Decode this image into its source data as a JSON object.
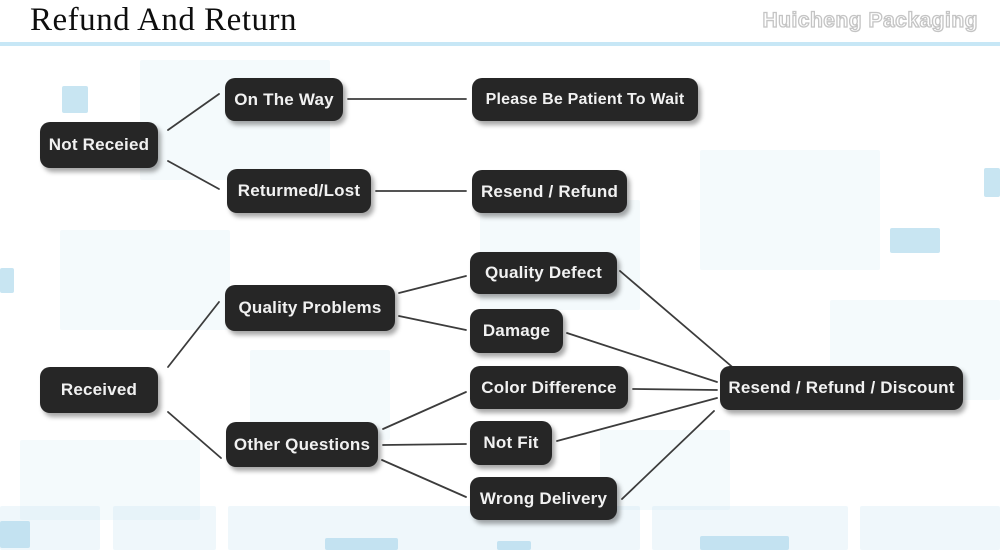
{
  "header": {
    "title": "Refund And Return",
    "brand": "Huicheng Packaging",
    "accent_line_color": "#c7e7f6"
  },
  "flowchart": {
    "node_color": "#262626",
    "node_text_color": "#f1f1f1",
    "line_color": "#3c3c3c",
    "nodes": {
      "not_received": "Not Receied",
      "on_the_way": "On The Way",
      "please_wait": "Please Be Patient To Wait",
      "returned_lost": "Returmed/Lost",
      "resend_refund": "Resend / Refund",
      "received": "Received",
      "quality_problems": "Quality Problems",
      "quality_defect": "Quality Defect",
      "damage": "Damage",
      "color_difference": "Color Difference",
      "other_questions": "Other Questions",
      "not_fit": "Not Fit",
      "wrong_delivery": "Wrong Delivery",
      "resend_refund_discount": "Resend / Refund / Discount"
    },
    "edges": [
      {
        "from": "not_received",
        "to": "on_the_way"
      },
      {
        "from": "not_received",
        "to": "returned_lost"
      },
      {
        "from": "on_the_way",
        "to": "please_wait"
      },
      {
        "from": "returned_lost",
        "to": "resend_refund"
      },
      {
        "from": "received",
        "to": "quality_problems"
      },
      {
        "from": "received",
        "to": "other_questions"
      },
      {
        "from": "quality_problems",
        "to": "quality_defect"
      },
      {
        "from": "quality_problems",
        "to": "damage"
      },
      {
        "from": "other_questions",
        "to": "color_difference"
      },
      {
        "from": "other_questions",
        "to": "not_fit"
      },
      {
        "from": "other_questions",
        "to": "wrong_delivery"
      },
      {
        "from": "quality_defect",
        "to": "resend_refund_discount"
      },
      {
        "from": "damage",
        "to": "resend_refund_discount"
      },
      {
        "from": "color_difference",
        "to": "resend_refund_discount"
      },
      {
        "from": "not_fit",
        "to": "resend_refund_discount"
      },
      {
        "from": "wrong_delivery",
        "to": "resend_refund_discount"
      }
    ]
  }
}
